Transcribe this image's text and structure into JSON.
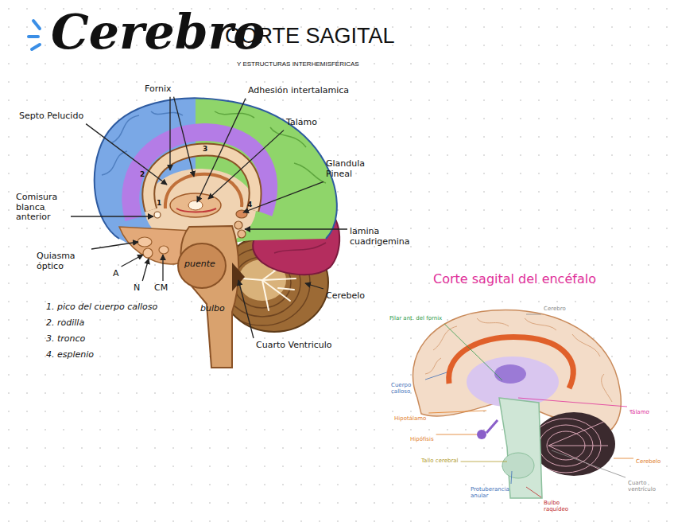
{
  "diagram": {
    "title": "Cerebro",
    "labels": [
      "CORTE SAGITAL",
      "Y ESTRUCTURAS INTERHEMISFÉRICAS",
      "Fornix",
      "Adhesión intertalamica",
      "Septo Pelucido",
      "Talamo",
      "Glandula Pineal",
      "Comisura blanca anterior",
      "lamina cuadrigemina",
      "Quiasma óptico",
      "A",
      "N",
      "CM",
      "puente",
      "bulbo",
      "Cerebelo",
      "Cuarto Ventriculo",
      "1",
      "2",
      "3",
      "4",
      "1. pico del cuerpo calloso",
      "2. rodilla",
      "3. tronco",
      "4. esplenio",
      "Corte sagital del encéfalo",
      "Cerebro",
      "Pilar ant. del fornix",
      "Cuerpo calloso",
      "Hipotálamo",
      "Hipófisis",
      "Tallo cerebral",
      "Tálamo",
      "Cerebelo",
      "Cuarto ventrículo",
      "Protuberancia anular",
      "Bulbo raquídeo"
    ]
  }
}
